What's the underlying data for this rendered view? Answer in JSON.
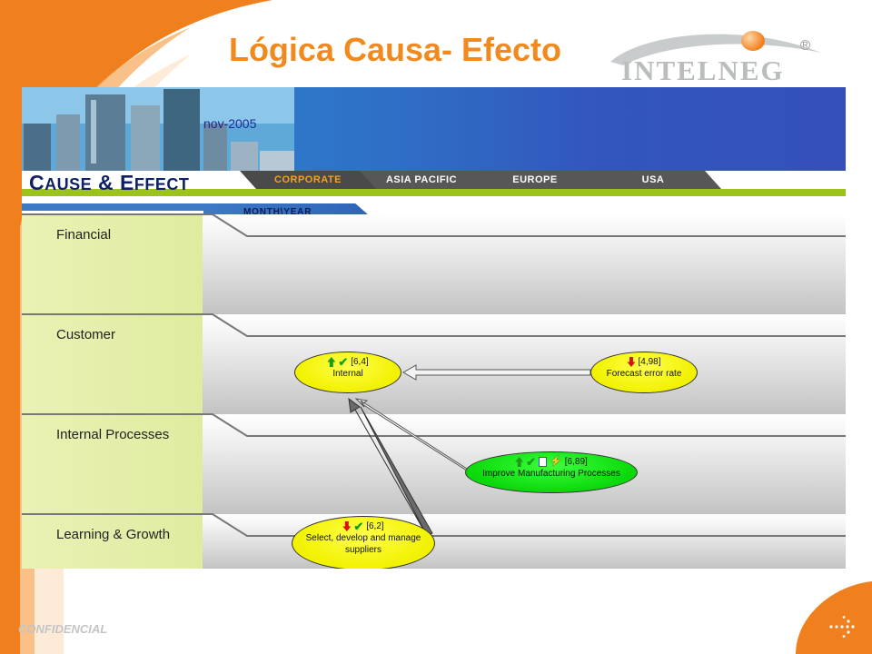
{
  "slide": {
    "title": "Lógica Causa- Efecto",
    "footer": "CONFIDENCIAL",
    "logo_text": "INTELNEG"
  },
  "app": {
    "date": "nov-2005",
    "title_big_c": "C",
    "title_rest1": "AUSE",
    "title_amp": " & ",
    "title_big_e": "E",
    "title_rest2": "FFECT",
    "tabs": [
      "CORPORATE",
      "ASIA PACIFIC",
      "EUROPE",
      "USA"
    ],
    "active_tab": "CORPORATE",
    "period_tab": "MONTH\\YEAR"
  },
  "perspectives": [
    "Financial",
    "Customer",
    "Internal Processes",
    "Learning & Growth"
  ],
  "nodes": {
    "internal": {
      "value": "[6,4]",
      "label": "Internal",
      "trend": "up",
      "status": "check",
      "color": "yellow"
    },
    "forecast": {
      "value": "[4,98]",
      "label": "Forecast error rate",
      "trend": "down",
      "status": "none",
      "color": "yellow"
    },
    "manufacturing": {
      "value": "[6,89]",
      "label": "Improve Manufacturing Processes",
      "trend": "up",
      "status": "check",
      "color": "green"
    },
    "suppliers": {
      "value": "[6,2]",
      "label1": "Select, develop and manage",
      "label2": "suppliers",
      "trend": "down",
      "status": "check",
      "color": "yellow"
    }
  },
  "colors": {
    "title_orange": "#f08a1e",
    "lane_green": "#dfeca0",
    "accent_green": "#9bc31c",
    "banner_blue": "#2f6fc6",
    "node_yellow": "#f1f100",
    "node_green": "#0ad80a"
  }
}
